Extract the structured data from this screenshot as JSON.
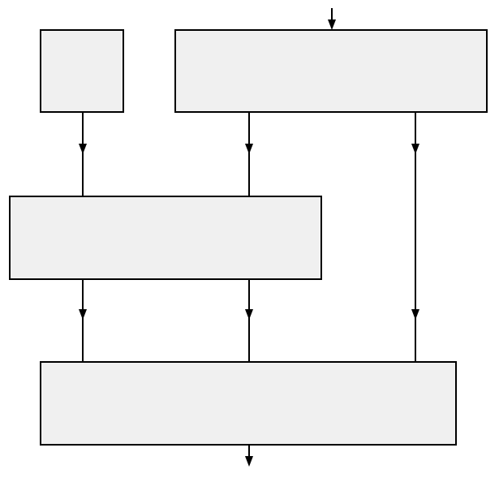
{
  "diagram": {
    "box_fill": "#f0f0f0",
    "line_color": "#000000",
    "boxes": [
      {
        "id": "small-source-box",
        "label": ""
      },
      {
        "id": "wide-source-box",
        "label": ""
      },
      {
        "id": "middle-box",
        "label": ""
      },
      {
        "id": "bottom-box",
        "label": ""
      }
    ]
  }
}
